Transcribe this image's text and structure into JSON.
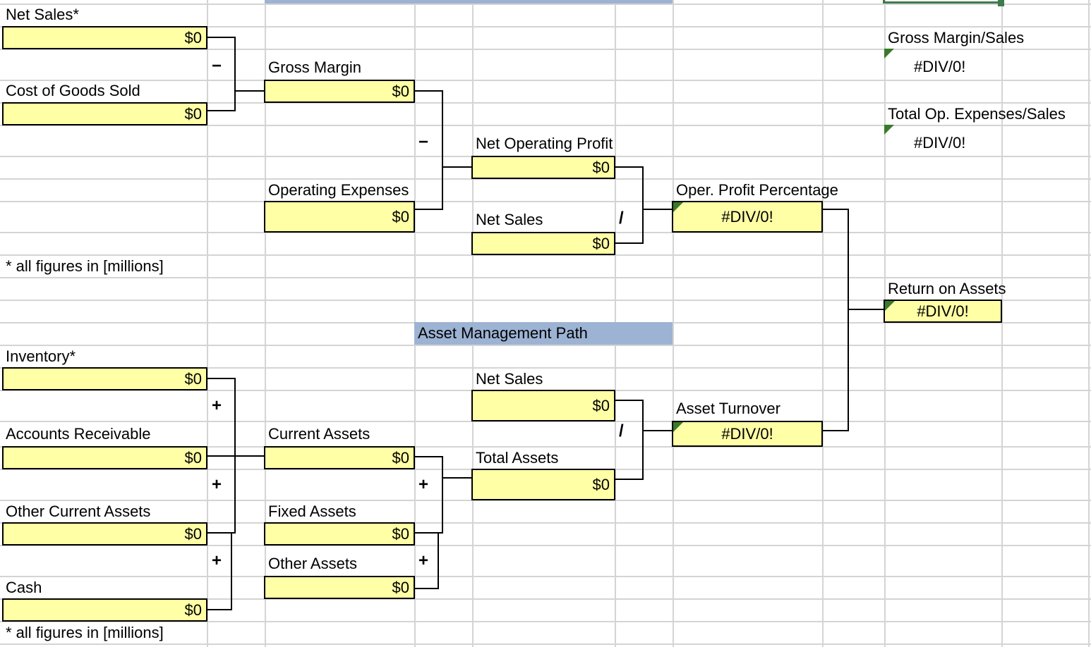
{
  "colors": {
    "input_fill": "#ffffa6",
    "header_fill": "#9db3d4",
    "note_marker": "#3a7a2a",
    "grid": "#d4d4d4"
  },
  "profit_path": {
    "net_sales": {
      "label": "Net Sales*",
      "value": "$0"
    },
    "cogs": {
      "label": "Cost of Goods Sold",
      "value": "$0"
    },
    "gross_margin": {
      "label": "Gross Margin",
      "value": "$0"
    },
    "operating_expenses": {
      "label": "Operating Expenses",
      "value": "$0"
    },
    "net_operating_profit": {
      "label": "Net Operating Profit",
      "value": "$0"
    },
    "net_sales_2": {
      "label": "Net Sales",
      "value": "$0"
    },
    "oper_profit_pct": {
      "label": "Oper. Profit Percentage",
      "value": "#DIV/0!"
    },
    "footnote": "* all figures in [millions]"
  },
  "ratios": {
    "gm_sales": {
      "label": "Gross Margin/Sales",
      "value": "#DIV/0!"
    },
    "opex_sales": {
      "label": "Total Op. Expenses/Sales",
      "value": "#DIV/0!"
    },
    "roa": {
      "label": "Return on Assets",
      "value": "#DIV/0!"
    }
  },
  "asset_path": {
    "header": "Asset Management Path",
    "inventory": {
      "label": "Inventory*",
      "value": "$0"
    },
    "accounts_receivable": {
      "label": "Accounts Receivable",
      "value": "$0"
    },
    "other_current_assets": {
      "label": "Other Current Assets",
      "value": "$0"
    },
    "cash": {
      "label": "Cash",
      "value": "$0"
    },
    "current_assets": {
      "label": "Current Assets",
      "value": "$0"
    },
    "fixed_assets": {
      "label": "Fixed Assets",
      "value": "$0"
    },
    "other_assets": {
      "label": "Other Assets",
      "value": "$0"
    },
    "net_sales_3": {
      "label": "Net Sales",
      "value": "$0"
    },
    "total_assets": {
      "label": "Total Assets",
      "value": "$0"
    },
    "asset_turnover": {
      "label": "Asset Turnover",
      "value": "#DIV/0!"
    },
    "footnote": "* all figures in [millions]"
  },
  "operators": {
    "minus": "−",
    "divide": "/",
    "plus": "+"
  }
}
